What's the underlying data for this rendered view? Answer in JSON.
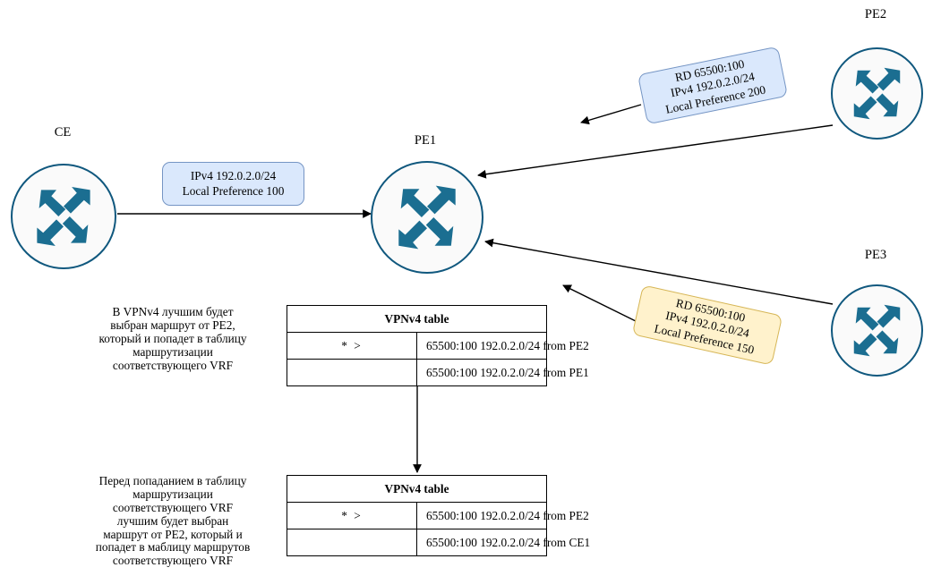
{
  "diagram": {
    "title": "MPLS L3VPN VPNv4 best path selection",
    "colors": {
      "router_stroke": "#10587e",
      "router_fill": "#fafafa",
      "arrow_glyph": "#1b6e91",
      "callout_blue_fill": "#dae8fc",
      "callout_blue_border": "#7595c4",
      "callout_yellow_fill": "#fff2cc",
      "callout_yellow_border": "#d6b656",
      "edge": "#000000"
    }
  },
  "nodes": [
    {
      "id": "ce",
      "label": "CE"
    },
    {
      "id": "pe1",
      "label": "PE1"
    },
    {
      "id": "pe2",
      "label": "PE2"
    },
    {
      "id": "pe3",
      "label": "PE3"
    }
  ],
  "callouts": [
    {
      "id": "ce-advert",
      "lines": [
        "IPv4 192.0.2.0/24",
        "Local Preference 100"
      ]
    },
    {
      "id": "pe2-advert",
      "lines": [
        "RD 65500:100",
        "IPv4 192.0.2.0/24",
        "Local Preference 200"
      ]
    },
    {
      "id": "pe3-advert",
      "lines": [
        "RD 65500:100",
        "IPv4 192.0.2.0/24",
        "Local Preference 150"
      ]
    }
  ],
  "notes": [
    {
      "id": "note-vpnv4",
      "lines": [
        "В VPNv4 лучшим будет",
        "выбран маршрут от PE2,",
        "который и попадет в таблицу",
        "маршрутизации",
        "соответствующего VRF"
      ]
    },
    {
      "id": "note-vrf",
      "lines": [
        "Перед попаданием в таблицу",
        "маршрутизации",
        "соответствующего VRF",
        "лучшим будет выбран",
        "маршрут от PE2, который и",
        "попадет в маблицу маршрутов",
        "соответствующего VRF"
      ]
    }
  ],
  "tables": [
    {
      "id": "vpnv4-table-top",
      "header": "VPNv4 table",
      "rows": [
        {
          "flag": "* >",
          "route": "65500:100 192.0.2.0/24 from  PE2"
        },
        {
          "flag": "",
          "route": "65500:100 192.0.2.0/24 from  PE1"
        }
      ]
    },
    {
      "id": "vpnv4-table-bottom",
      "header": "VPNv4 table",
      "rows": [
        {
          "flag": "* >",
          "route": "65500:100 192.0.2.0/24 from  PE2"
        },
        {
          "flag": "",
          "route": "65500:100 192.0.2.0/24 from  CE1"
        }
      ]
    }
  ]
}
